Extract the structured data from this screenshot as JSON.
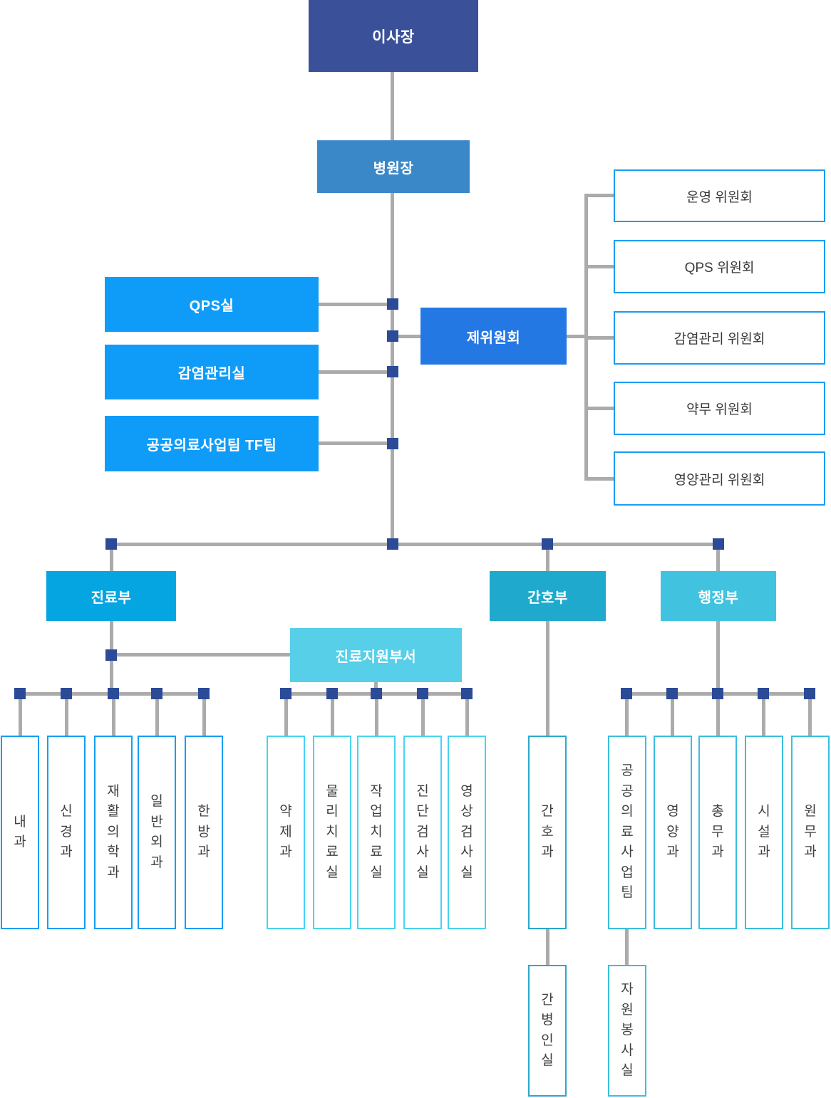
{
  "org": {
    "chairman": "이사장",
    "director": "병원장",
    "staff_offices": [
      "QPS실",
      "감염관리실",
      "공공의료사업팀 TF팀"
    ],
    "committee_hub": "제위원회",
    "committees": [
      "운영 위원회",
      "QPS 위원회",
      "감염관리 위원회",
      "약무 위원회",
      "영양관리 위원회"
    ],
    "departments": {
      "medical": "진료부",
      "nursing": "간호부",
      "admin": "행정부",
      "medical_support": "진료지원부서"
    },
    "medical_units": [
      "내과",
      "신경과",
      "재활의학과",
      "일반외과",
      "한방과"
    ],
    "support_units": [
      "약제과",
      "물리치료실",
      "작업치료실",
      "진단검사실",
      "영상검사실"
    ],
    "nursing_units": [
      "간호과"
    ],
    "nursing_sub_units": [
      "간병인실"
    ],
    "admin_units": [
      "공공의료사업팀",
      "영양과",
      "총무과",
      "시설과",
      "원무과"
    ],
    "admin_sub_units": [
      "자원봉사실"
    ]
  },
  "colors": {
    "chairman_bg": "#3A5199",
    "director_bg": "#3B88C8",
    "staff_bg": "#0F9CF8",
    "hub_bg": "#2478E4",
    "committee_border": "#1B9CF2",
    "medical_dept_bg": "#05A5E1",
    "nursing_dept_bg": "#1FAACD",
    "admin_dept_bg": "#41C3E0",
    "support_dept_bg": "#57CFE9",
    "medical_unit_border": "#149EF4",
    "support_unit_border": "#46D4EF",
    "nursing_unit_border": "#29A9CB",
    "admin_unit_border": "#39BFDE",
    "connector_line": "#ABABAB",
    "connector_junction": "#2B4B97"
  }
}
